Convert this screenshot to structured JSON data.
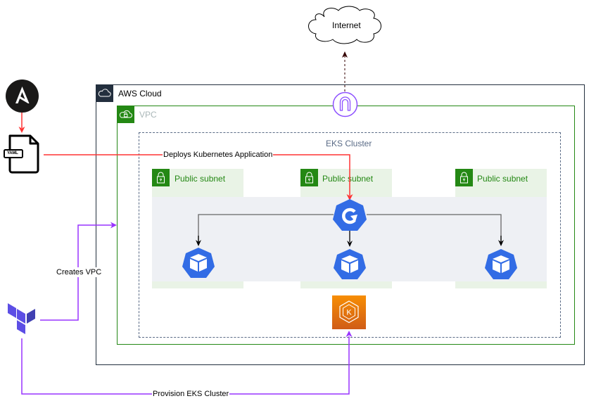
{
  "diagram": {
    "nodes": {
      "internet": {
        "label": "Internet",
        "icon": "cloud-icon"
      },
      "aws_cloud": {
        "label": "AWS Cloud",
        "icon": "aws-cloud-icon",
        "color": "#232F3E"
      },
      "vpc": {
        "label": "VPC",
        "icon": "vpc-cloud-lock-icon",
        "color": "#248814",
        "label_color": "#AAB7B8"
      },
      "eks_cluster": {
        "label": "EKS Cluster",
        "color": "#5A6B86"
      },
      "subnets": [
        {
          "label": "Public subnet",
          "icon": "lock-icon"
        },
        {
          "label": "Public subnet",
          "icon": "lock-icon"
        },
        {
          "label": "Public subnet",
          "icon": "lock-icon"
        }
      ],
      "deployment": {
        "icon": "k8s-deployment-icon",
        "color": "#326CE5"
      },
      "pods": [
        {
          "icon": "k8s-pod-icon"
        },
        {
          "icon": "k8s-pod-icon"
        },
        {
          "icon": "k8s-pod-icon"
        }
      ],
      "eks": {
        "icon": "amazon-eks-icon",
        "color": "#ED7100"
      },
      "internet_gateway": {
        "icon": "internet-gateway-icon",
        "color": "#8C4FFF"
      },
      "ansible": {
        "icon": "ansible-logo-icon"
      },
      "yaml_file": {
        "icon": "yaml-file-icon",
        "tag": "YAML"
      },
      "terraform": {
        "icon": "terraform-logo-icon",
        "color": "#5C4EE5"
      }
    },
    "edges": {
      "deploys_app": {
        "label": "Deploys Kubernetes Application",
        "color": "#FF3333"
      },
      "creates_vpc": {
        "label": "Creates VPC",
        "color": "#9933FF"
      },
      "provision_eks": {
        "label": "Provision EKS Cluster",
        "color": "#9933FF"
      },
      "ansible_to_yaml": {
        "color": "#FF3333"
      },
      "igw_to_internet": {
        "color": "#330000",
        "style": "dashed"
      }
    },
    "palette": {
      "subnet_fill": "#E9F3E6",
      "band_fill": "#EEF0F4",
      "subnet_text": "#248814"
    }
  }
}
